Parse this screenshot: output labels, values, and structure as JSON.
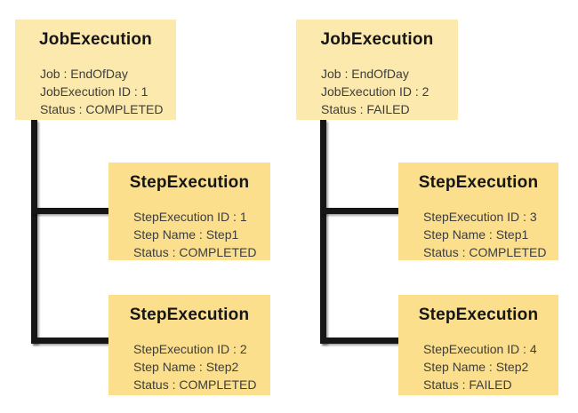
{
  "diagram": {
    "colors": {
      "job_box_fill": "#fce9ad",
      "step_box_fill": "#fbdf8d",
      "connector_line": "#161616",
      "title_text": "#161616",
      "body_text": "#3d3d3d"
    },
    "nodes": [
      {
        "title": "JobExecution",
        "fields": [
          "Job : EndOfDay",
          "JobExecution ID : 1",
          "Status : COMPLETED"
        ]
      },
      {
        "title": "JobExecution",
        "fields": [
          "Job : EndOfDay",
          "JobExecution ID : 2",
          "Status : FAILED"
        ]
      },
      {
        "title": "StepExecution",
        "fields": [
          "StepExecution ID : 1",
          "Step Name : Step1",
          "Status : COMPLETED"
        ]
      },
      {
        "title": "StepExecution",
        "fields": [
          "StepExecution ID : 2",
          "Step Name : Step2",
          "Status : COMPLETED"
        ]
      },
      {
        "title": "StepExecution",
        "fields": [
          "StepExecution ID : 3",
          "Step Name : Step1",
          "Status : COMPLETED"
        ]
      },
      {
        "title": "StepExecution",
        "fields": [
          "StepExecution ID : 4",
          "Step Name : Step2",
          "Status : FAILED"
        ]
      }
    ]
  }
}
